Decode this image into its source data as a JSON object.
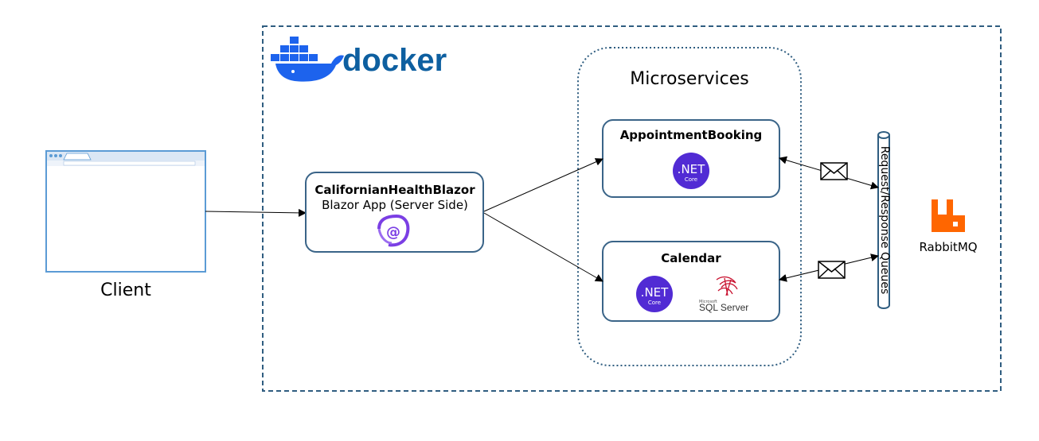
{
  "client": {
    "label": "Client"
  },
  "docker": {
    "label": "docker"
  },
  "microservices": {
    "label": "Microservices"
  },
  "blazor_app": {
    "title": "CalifornianHealthBlazor",
    "subtitle": "Blazor App (Server Side)",
    "icon": "blazor-logo-icon"
  },
  "appointment_booking": {
    "title": "AppointmentBooking",
    "net_logo": {
      "text": ".NET",
      "sub": "Core"
    }
  },
  "calendar": {
    "title": "Calendar",
    "net_logo": {
      "text": ".NET",
      "sub": "Core"
    },
    "sql_logo": {
      "small": "Microsoft",
      "text": "SQL Server"
    }
  },
  "queue": {
    "label": "Request/Response Queues"
  },
  "rabbitmq": {
    "label": "RabbitMQ"
  },
  "colors": {
    "container_border": "#2f5d80",
    "box_border": "#3a6488",
    "docker_blue": "#1d63ed",
    "docker_text": "#0d5fa0",
    "net_purple": "#512bd4",
    "blazor_purple": "#7b3fe4",
    "rabbit_orange": "#ff6600",
    "sql_red": "#c8102e",
    "browser_blue": "#5b9bd5"
  }
}
